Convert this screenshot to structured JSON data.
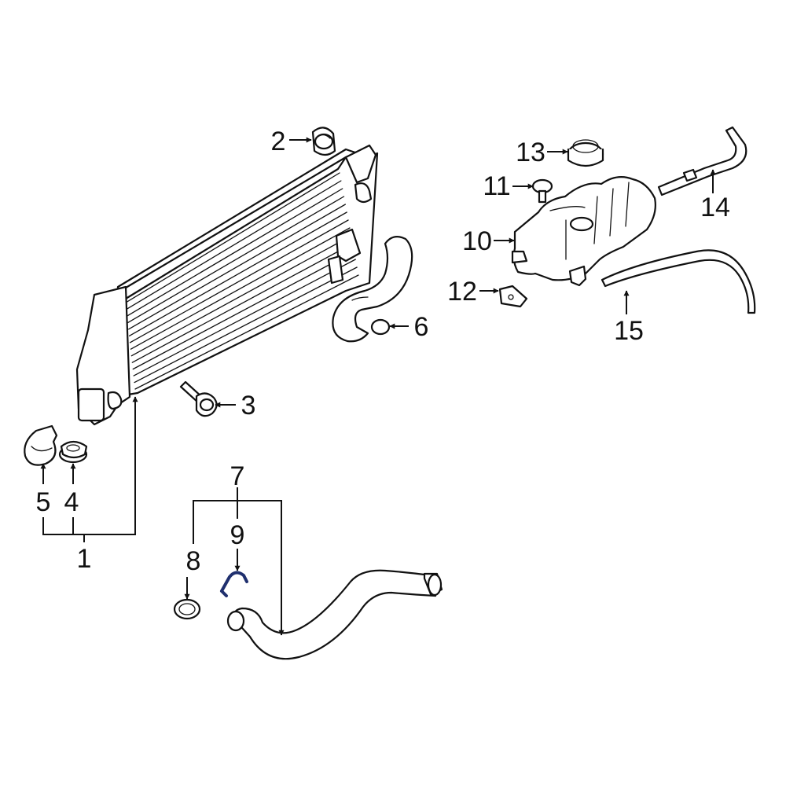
{
  "callouts": {
    "c1": "1",
    "c2": "2",
    "c3": "3",
    "c4": "4",
    "c5": "5",
    "c6": "6",
    "c7": "7",
    "c8": "8",
    "c9": "9",
    "c10": "10",
    "c11": "11",
    "c12": "12",
    "c13": "13",
    "c14": "14",
    "c15": "15"
  },
  "colors": {
    "line": "#111111",
    "background": "#ffffff",
    "highlight_part": "#1f2f6e"
  }
}
